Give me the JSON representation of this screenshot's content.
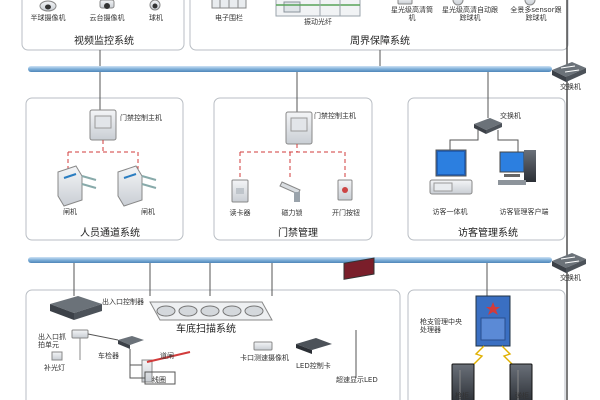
{
  "video_system": {
    "title": "视频监控系统",
    "devices": [
      "半球摄像机",
      "云台摄像机",
      "球机"
    ]
  },
  "perimeter_system": {
    "title": "周界保障系统",
    "devices": [
      "电子围栏",
      "振动光纤",
      "星光级高清筒机",
      "星光级高清自动跟踪球机",
      "全景多sensor跟踪球机"
    ]
  },
  "switches": {
    "top": "交换机",
    "visitor": "交换机",
    "bottom": "交换机"
  },
  "personnel_system": {
    "title": "人员通道系统",
    "controller": "门禁控制主机",
    "gates": [
      "闸机",
      "闸机"
    ]
  },
  "access_system": {
    "title": "门禁管理",
    "controller": "门禁控制主机",
    "devices": [
      "读卡器",
      "磁力锁",
      "开门按钮"
    ]
  },
  "visitor_system": {
    "title": "访客管理系统",
    "devices": [
      "访客一体机",
      "访客管理客户端"
    ]
  },
  "vehicle_system": {
    "controller": "出入口控制器",
    "camera": "出入口抓拍单元",
    "fill_light": "补光灯",
    "detector": "车检器",
    "barrier": "道闸",
    "coil": "线圈",
    "undercar": "车底扫描系统",
    "checkpoint_camera": "卡口测速摄像机",
    "led_card": "LED控制卡",
    "led_display": "超速显示LED"
  },
  "police_system": {
    "center": "枪支管理中央处理器",
    "cabinets": [
      "枪柜",
      "弹柜"
    ]
  },
  "colors": {
    "backbone": "#8ab6dc",
    "box_border": "#b9bec4",
    "link_red": "#d23b3b",
    "link_gray": "#555555"
  }
}
